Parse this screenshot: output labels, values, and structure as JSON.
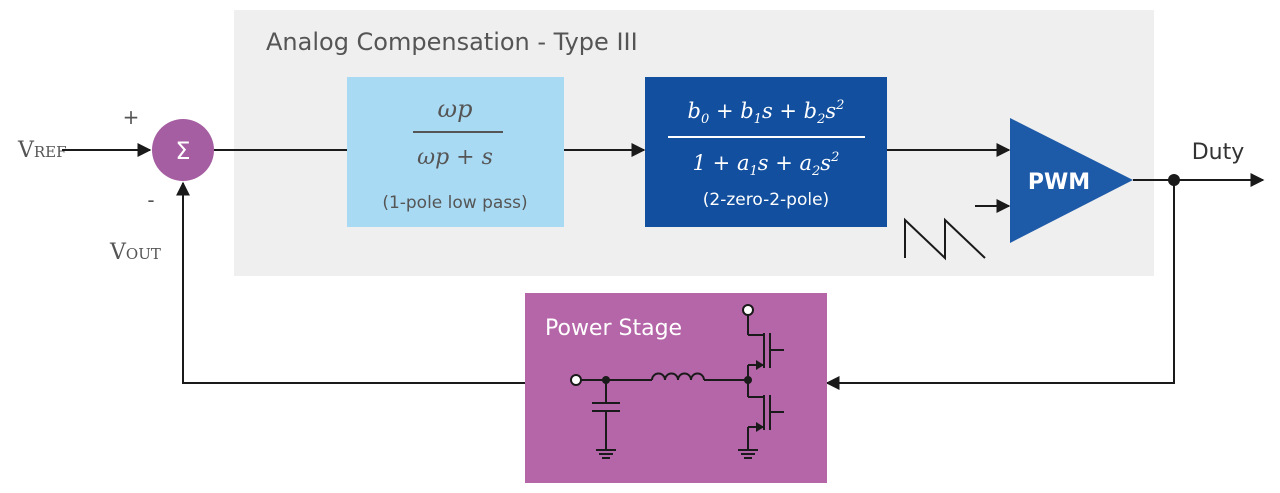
{
  "diagram": {
    "comp_title": "Analog Compensation - Type III",
    "vref": {
      "main": "V",
      "sub": "REF"
    },
    "vout": {
      "main": "V",
      "sub": "OUT"
    },
    "plus": "+",
    "minus": "-",
    "sum_symbol": "Σ",
    "lowpass": {
      "numerator": "ωp",
      "denominator": "ωp + s",
      "caption": "(1-pole low pass)"
    },
    "type3": {
      "num": {
        "t1": "b",
        "s1": "0",
        "t2": " + b",
        "s2": "1",
        "t3": "s + b",
        "s3": "2",
        "t4": "s",
        "sup": "2"
      },
      "den": {
        "t1": "1 + a",
        "s1": "1",
        "t2": "s + a",
        "s2": "2",
        "t3": "s",
        "sup": "2"
      },
      "caption": "(2-zero-2-pole)"
    },
    "pwm_label": "PWM",
    "duty_label": "Duty",
    "power_stage_label": "Power Stage"
  },
  "colors": {
    "comp_bg": "#efefef",
    "sum_fill": "#a55ea1",
    "lowpass_fill": "#a9daf3",
    "type3_fill": "#124f9e",
    "pwm_fill": "#1d5aa8",
    "power_fill": "#b466a8",
    "line": "#1a1a1a"
  }
}
